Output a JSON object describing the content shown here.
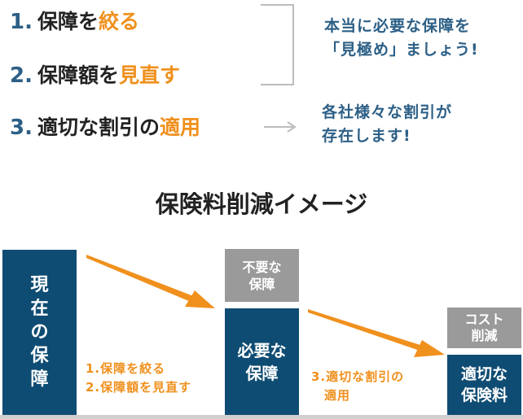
{
  "steps": [
    {
      "num": "1.",
      "text": "保障を",
      "highlight": "絞る"
    },
    {
      "num": "2.",
      "text": "保障額を",
      "highlight": "見直す"
    },
    {
      "num": "3.",
      "text": "適切な割引の",
      "highlight": "適用"
    }
  ],
  "notes": {
    "first_line1": "本当に必要な保障を",
    "first_line2": "「見極め」ましょう!",
    "second_line1": "各社様々な割引が",
    "second_line2": "存在します!"
  },
  "title": "保険料削減イメージ",
  "chart": {
    "current": "現在の保障",
    "cut_tag": "不要な\n保障",
    "needed": "必要な\n保障",
    "step_label_1": "1.保障を絞る\n2.保障額を見直す",
    "cost_tag": "コスト\n削減",
    "discount": "適切な\n保険料",
    "step_label_2": "3.適切な割引の\n　適用"
  },
  "colors": {
    "navy": "#0f4c73",
    "blue_text": "#2c5f86",
    "orange": "#f0901d",
    "gray": "#9a9a9a"
  }
}
